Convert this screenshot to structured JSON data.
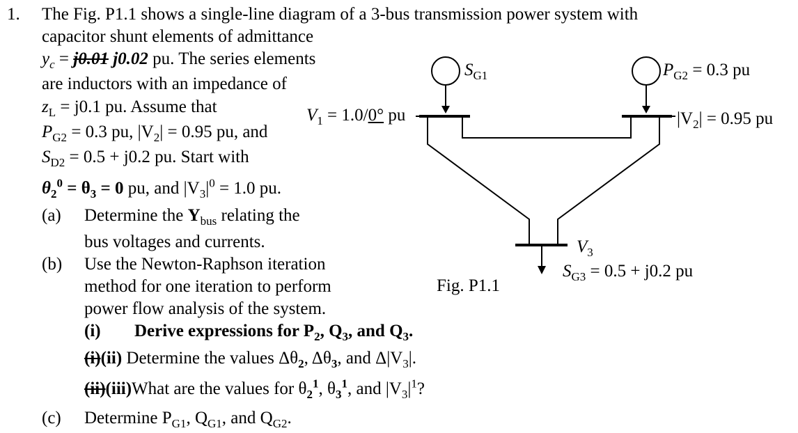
{
  "problem": {
    "number": "1.",
    "intro_line1": "The Fig. P1.1 shows a single-line diagram of a 3-bus transmission power system with",
    "intro_line2": "capacitor shunt elements of admittance",
    "yc_var": "y",
    "yc_sub": "c",
    "yc_eq": " = ",
    "yc_struck": "j0.01",
    "yc_value": " j0.02",
    "yc_rest": " pu. The series elements",
    "line4": "are inductors with an impedance of",
    "zl_var": "z",
    "zl_sub": "L",
    "zl_rest": " = j0.1 pu. Assume that",
    "pg2_var": "P",
    "pg2_sub": "G2",
    "pg2_rest": " = 0.3 pu, |V",
    "pg2_v2sub": "2",
    "pg2_end": "| = 0.95 pu, and",
    "sd2_var": "S",
    "sd2_sub": "D2",
    "sd2_rest": " = 0.5 + j0.2 pu. Start with",
    "theta_line": "θ",
    "theta2_sub": "2",
    "theta_sup0": "0",
    "theta_eq": " = θ",
    "theta3_sub": "3",
    "theta_zero": " = 0",
    "theta_rest": " pu, and |V",
    "v3_sub": "3",
    "v3_sup": "0",
    "v3_rest": " = 1.0 pu.",
    "part_a_label": "(a)",
    "part_a_text1": "Determine the ",
    "part_a_Y": "Y",
    "part_a_Ysub": "bus",
    "part_a_text2": " relating the",
    "part_a_line2": "bus voltages and currents.",
    "part_b_label": "(b)",
    "part_b_line1": "Use the Newton-Raphson iteration",
    "part_b_line2": "method for one iteration to perform",
    "part_b_line3": "power flow analysis of the system.",
    "sub_i_label": "(i)",
    "sub_i_text": "Derive expressions for P",
    "sub_i_p2": "2",
    "sub_i_mid": ", Q",
    "sub_i_q3": "3",
    "sub_i_end": ", and Q",
    "sub_i_q3b": "3",
    "sub_i_dot": ".",
    "sub_ii_struck": "(i)",
    "sub_ii_label": "(ii)",
    "sub_ii_text": " Determine the values Δθ",
    "sub_ii_s2": "2",
    "sub_ii_mid": ", Δθ",
    "sub_ii_s3": "3",
    "sub_ii_end": ", and Δ|V",
    "sub_ii_v3": "3",
    "sub_ii_fin": "|.",
    "sub_iii_struck": "(ii)",
    "sub_iii_label": "(iii)",
    "sub_iii_text": "What are the values for θ",
    "sub_iii_s2": "2",
    "sub_iii_sup": "1",
    "sub_iii_mid": ", θ",
    "sub_iii_s3": "3",
    "sub_iii_sup2": "1",
    "sub_iii_end": ", and |V",
    "sub_iii_v3": "3",
    "sub_iii_sup3": "1",
    "sub_iii_fin": "?",
    "part_c_label": "(c)",
    "part_c_text": "Determine P",
    "part_c_g1": "G1",
    "part_c_mid": ", Q",
    "part_c_g1b": "G1",
    "part_c_end": ", and Q",
    "part_c_g2": "G2",
    "part_c_dot": "."
  },
  "figure": {
    "caption": "Fig. P1.1",
    "sg1_var": "S",
    "sg1_sub": "G1",
    "pg2_var": "P",
    "pg2_sub": "G2",
    "pg2_rest": " = 0.3 pu",
    "v1_var": "V",
    "v1_sub": "1",
    "v1_eq": " = 1.0/",
    "v1_angle": "0°",
    "v1_unit": " pu",
    "v2_pre": "|V",
    "v2_sub": "2",
    "v2_rest": "| = 0.95 pu",
    "v3_var": "V",
    "v3_sub": "3",
    "sg3_var": "S",
    "sg3_sub": "G3",
    "sg3_rest": " = 0.5 + j0.2 pu"
  }
}
